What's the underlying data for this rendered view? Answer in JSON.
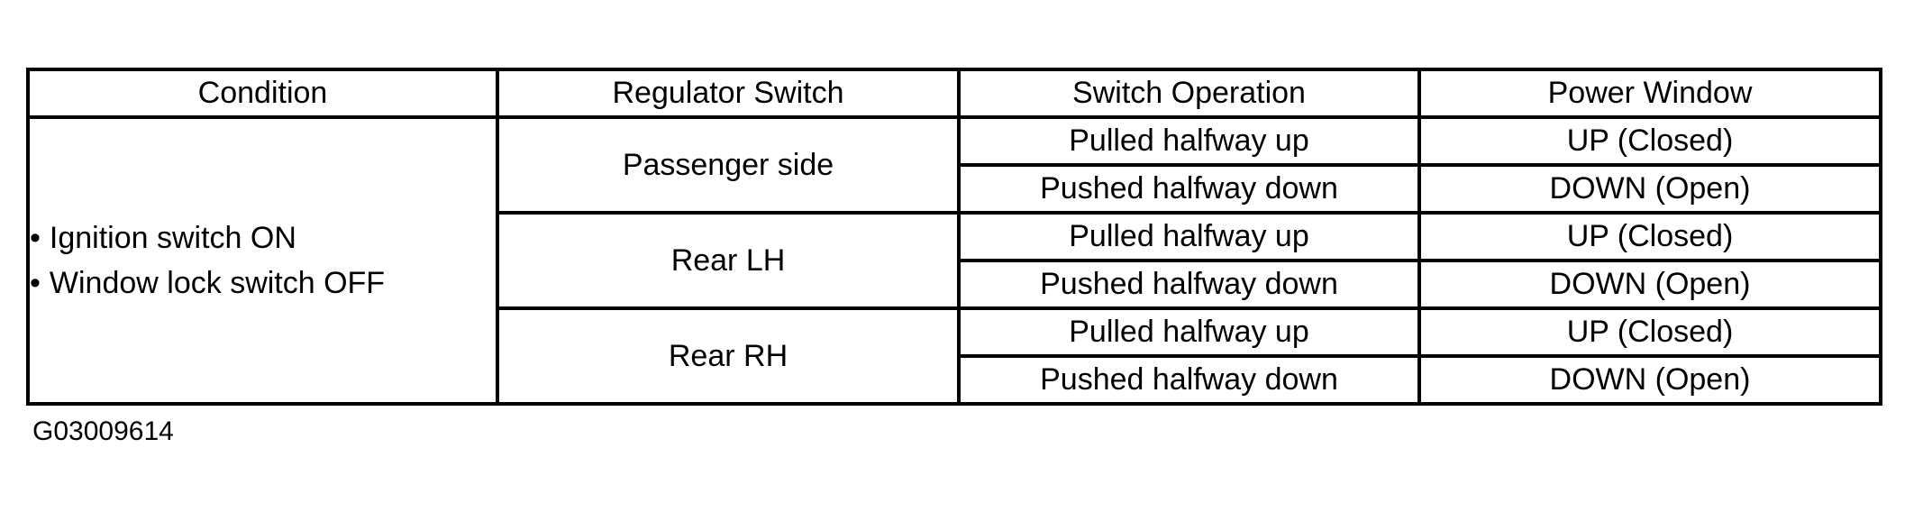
{
  "colors": {
    "background": "#ffffff",
    "border": "#000000",
    "text": "#000000"
  },
  "figure_id": "G03009614",
  "table": {
    "bullet": "•",
    "headers": {
      "condition": "Condition",
      "regulator_switch": "Regulator Switch",
      "switch_operation": "Switch Operation",
      "power_window": "Power Window"
    },
    "condition_items": [
      "Ignition switch ON",
      "Window lock switch OFF"
    ],
    "groups": [
      {
        "regulator_switch": "Passenger side",
        "rows": [
          {
            "switch_operation": "Pulled halfway up",
            "power_window": "UP (Closed)"
          },
          {
            "switch_operation": "Pushed halfway down",
            "power_window": "DOWN (Open)"
          }
        ]
      },
      {
        "regulator_switch": "Rear LH",
        "rows": [
          {
            "switch_operation": "Pulled halfway up",
            "power_window": "UP (Closed)"
          },
          {
            "switch_operation": "Pushed halfway down",
            "power_window": "DOWN (Open)"
          }
        ]
      },
      {
        "regulator_switch": "Rear RH",
        "rows": [
          {
            "switch_operation": "Pulled halfway up",
            "power_window": "UP (Closed)"
          },
          {
            "switch_operation": "Pushed halfway down",
            "power_window": "DOWN (Open)"
          }
        ]
      }
    ]
  }
}
